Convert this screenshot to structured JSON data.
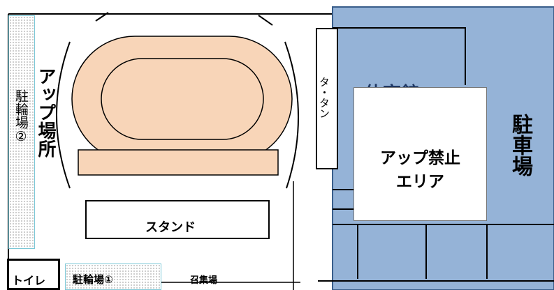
{
  "map": {
    "bicycle_parking_2": "駐輪場②",
    "warmup_area": "アップ場所",
    "stand": "スタンド",
    "gymnasium": "体育館",
    "partial_sign": "タ・タン",
    "no_warmup_area": "アップ禁止エリア",
    "parking": "駐車場",
    "toilet": "トイレ",
    "bicycle_parking_1": "駐輪場①",
    "assembly_area": "召集場"
  },
  "colors": {
    "track": "#f8d5b8",
    "parking_lot": "#95b3d7",
    "parking_border": "#385d8a",
    "bicycle_border": "#7cc7d6"
  }
}
